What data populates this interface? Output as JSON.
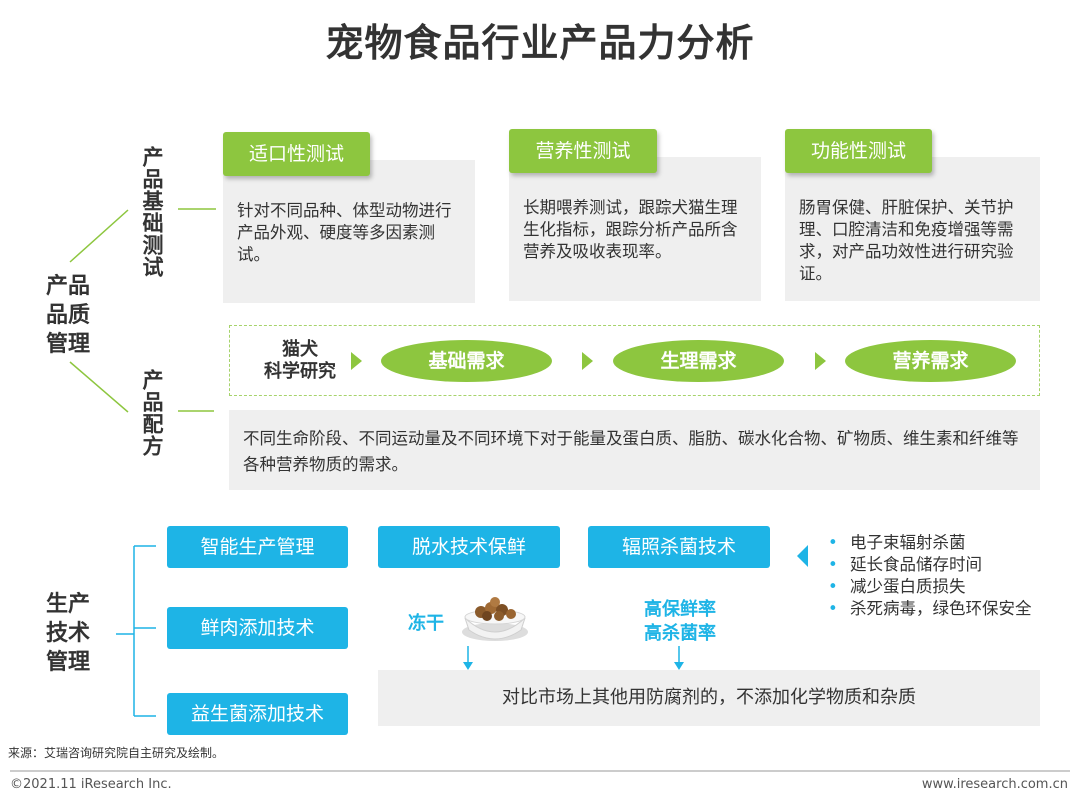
{
  "title": "宠物食品行业产品力分析",
  "groups": {
    "quality": "产品品质管理",
    "production": "生产技术管理"
  },
  "sub_labels": {
    "basic_test": "产品基础测试",
    "formula": "产品配方"
  },
  "tests": [
    {
      "label": "适口性测试",
      "desc": "针对不同品种、体型动物进行产品外观、硬度等多因素测试。"
    },
    {
      "label": "营养性测试",
      "desc": "长期喂养测试，跟踪犬猫生理生化指标，跟踪分析产品所含营养及吸收表现率。"
    },
    {
      "label": "功能性测试",
      "desc": "肠胃保健、肝脏保护、关节护理、口腔清洁和免疫增强等需求，对产品功效性进行研究验证。"
    }
  ],
  "research": {
    "start_line1": "猫犬",
    "start_line2": "科学研究",
    "needs": [
      "基础需求",
      "生理需求",
      "营养需求"
    ]
  },
  "formula_desc": "不同生命阶段、不同运动量及不同环境下对于能量及蛋白质、脂肪、碳水化合物、矿物质、维生素和纤维等各种营养物质的需求。",
  "production": {
    "left_buttons": [
      "智能生产管理",
      "鲜肉添加技术",
      "益生菌添加技术"
    ],
    "tech_buttons": [
      "脱水技术保鲜",
      "辐照杀菌技术"
    ],
    "freeze_dry": "冻干",
    "high_fresh": "高保鲜率",
    "high_sterile": "高杀菌率",
    "bullets": [
      "电子束辐射杀菌",
      "延长食品储存时间",
      "减少蛋白质损失",
      "杀死病毒，绿色环保安全"
    ],
    "compare": "对比市场上其他用防腐剂的，不添加化学物质和杂质"
  },
  "source": "来源：艾瑞咨询研究院自主研究及绘制。",
  "footer": {
    "left": "©2021.11 iResearch Inc.",
    "right": "www.iresearch.com.cn"
  },
  "colors": {
    "green": "#8dc63f",
    "blue": "#1eb4e6",
    "panel_gray": "#efefef"
  }
}
